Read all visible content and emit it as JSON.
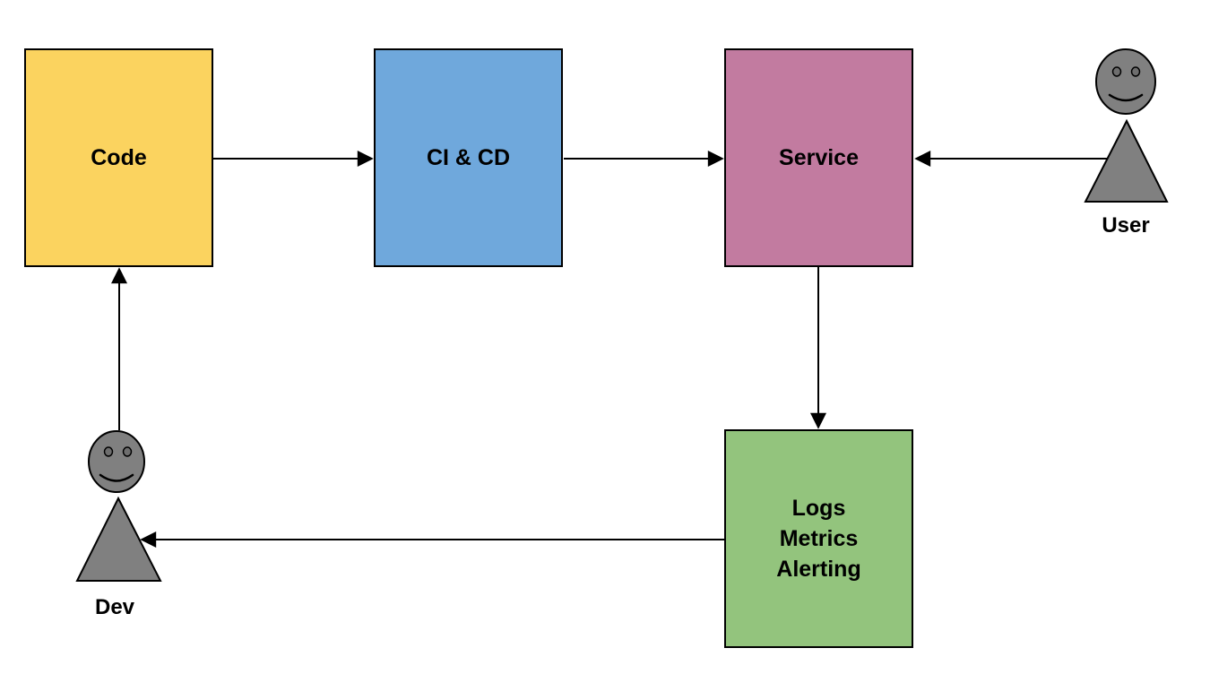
{
  "diagram": {
    "background": "#FFFFFF",
    "stroke_color": "#000000",
    "actor_color": "#808080",
    "eye_color": "#6e6e6e",
    "nodes": [
      {
        "id": "code",
        "label": "Code",
        "color": "#FBD35F"
      },
      {
        "id": "ci-cd",
        "label": "CI & CD",
        "color": "#6FA8DC"
      },
      {
        "id": "service",
        "label": "Service",
        "color": "#C27BA0"
      },
      {
        "id": "logs-metrics-alerting",
        "label": "Logs Metrics Alerting",
        "color": "#93C47D",
        "lines": [
          "Logs",
          "Metrics",
          "Alerting"
        ]
      }
    ],
    "actors": [
      {
        "id": "dev",
        "label": "Dev"
      },
      {
        "id": "user",
        "label": "User"
      }
    ],
    "edges": [
      {
        "from": "Code",
        "to": "CI & CD"
      },
      {
        "from": "CI & CD",
        "to": "Service"
      },
      {
        "from": "User",
        "to": "Service"
      },
      {
        "from": "Service",
        "to": "Logs Metrics Alerting"
      },
      {
        "from": "Logs Metrics Alerting",
        "to": "Dev"
      },
      {
        "from": "Dev",
        "to": "Code"
      }
    ]
  }
}
